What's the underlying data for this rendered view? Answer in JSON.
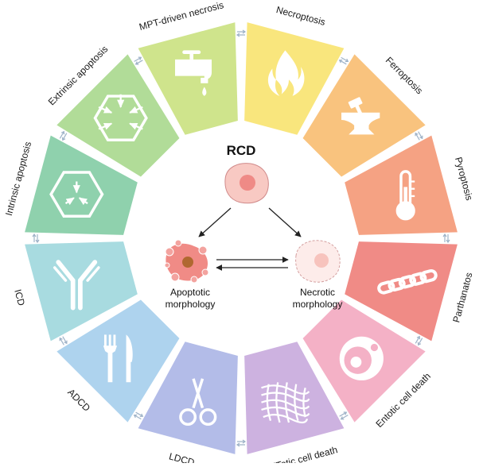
{
  "title": "RCD",
  "segments": [
    {
      "label": "Necroptosis",
      "color": "#f9e67d",
      "icon": "flame-icon"
    },
    {
      "label": "Ferroptosis",
      "color": "#f9c37e",
      "icon": "anvil-icon"
    },
    {
      "label": "Pyroptosis",
      "color": "#f5a283",
      "icon": "thermometer-icon"
    },
    {
      "label": "Parthanatos",
      "color": "#f08b86",
      "icon": "chain-icon"
    },
    {
      "label": "Entotic cell death",
      "color": "#f4b1c6",
      "icon": "cell-in-cell-icon"
    },
    {
      "label": "NETotic cell death",
      "color": "#cdb2e0",
      "icon": "net-icon"
    },
    {
      "label": "LDCD",
      "color": "#b3bce8",
      "icon": "scissors-icon"
    },
    {
      "label": "ADCD",
      "color": "#aed3ee",
      "icon": "fork-knife-icon"
    },
    {
      "label": "ICD",
      "color": "#a8dbe0",
      "icon": "antibody-icon"
    },
    {
      "label": "Intrinsic apoptosis",
      "color": "#8fd1ad",
      "icon": "hexagon-inward-arrows-icon"
    },
    {
      "label": "Extrinsic apoptosis",
      "color": "#b1dc98",
      "icon": "hexagon-outward-arrows-icon"
    },
    {
      "label": "MPT-driven necrosis",
      "color": "#cfe48c",
      "icon": "faucet-icon"
    }
  ],
  "morphology": {
    "apoptotic_line1": "Apoptotic",
    "apoptotic_line2": "morphology",
    "necrotic_line1": "Necrotic",
    "necrotic_line2": "morphology"
  },
  "colors": {
    "connector": "#9fb3c8",
    "cell_fill": "#f8c9c3",
    "nucleus": "#ef8a86",
    "arrow": "#222222"
  }
}
